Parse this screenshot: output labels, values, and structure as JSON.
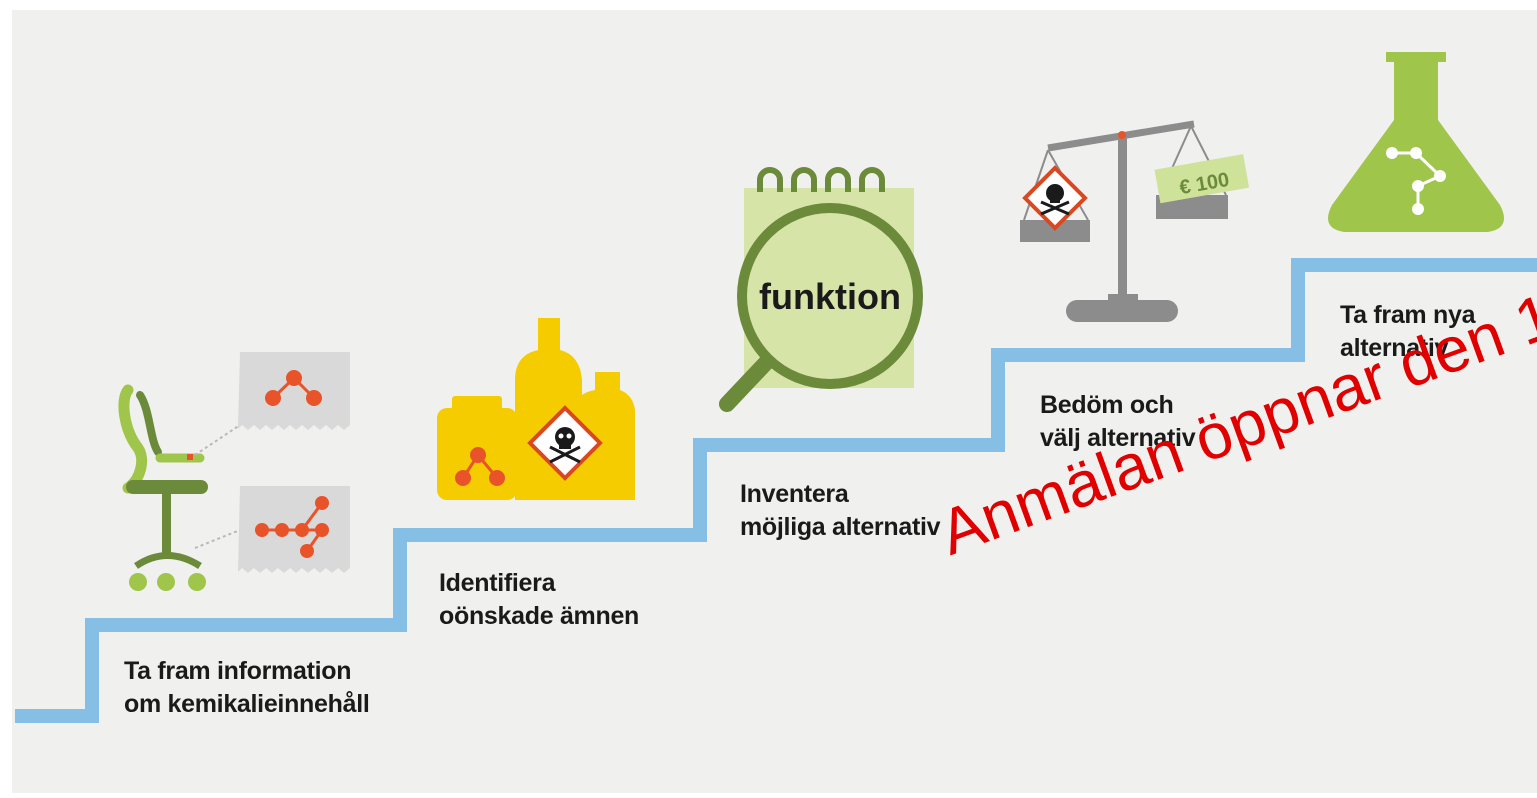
{
  "steps": [
    {
      "line1": "Ta fram information",
      "line2": "om kemikalieinnehåll"
    },
    {
      "line1": "Identifiera",
      "line2": "oönskade ämnen"
    },
    {
      "line1": "Inventera",
      "line2": "möjliga alternativ"
    },
    {
      "line1": "Bedöm och",
      "line2": "välj alternativ"
    },
    {
      "line1": "Ta fram nya",
      "line2": "alternativ"
    }
  ],
  "notebook_word": "funktion",
  "price_tag": "€ 100",
  "banner": "Anmälan öppnar den 1",
  "colors": {
    "background": "#f0f0ef",
    "staircase": "#85bfe6",
    "green_light": "#9fc54b",
    "green_dark": "#6b8a3a",
    "yellow": "#f5cc00",
    "orange_red": "#e8532a",
    "grey": "#8c8c8c",
    "notebook": "#d6e4a8",
    "banner": "#e00000"
  }
}
